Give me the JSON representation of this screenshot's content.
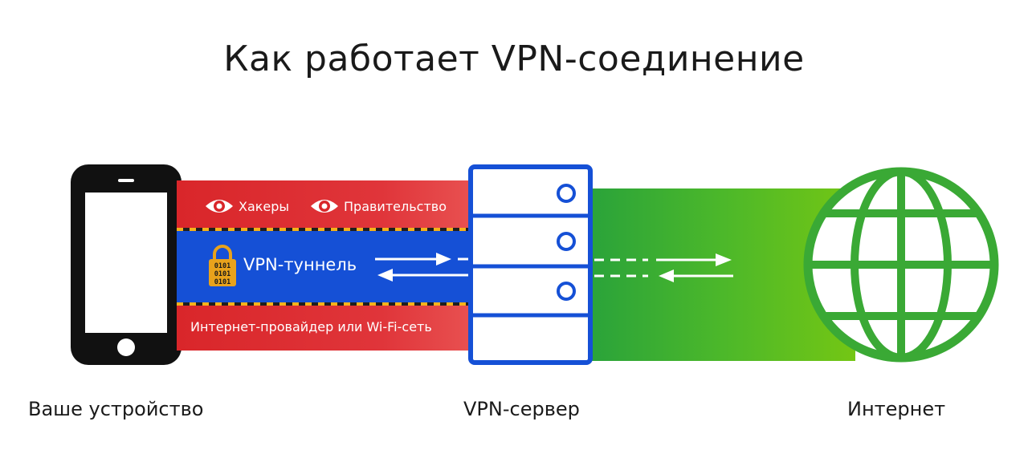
{
  "title": "Как работает VPN-соединение",
  "threats": [
    {
      "label": "Хакеры",
      "icon": "eye-icon"
    },
    {
      "label": "Правительство",
      "icon": "eye-icon"
    }
  ],
  "tunnel": {
    "label": "VPN-туннель",
    "icon": "padlock-icon",
    "lock_lines": [
      "0101",
      "0101",
      "0101"
    ]
  },
  "isp": {
    "label": "Интернет-провайдер или Wi-Fi-сеть"
  },
  "captions": {
    "device": "Ваше устройство",
    "server": "VPN-сервер",
    "internet": "Интернет"
  },
  "colors": {
    "red_band": "#d9262a",
    "tunnel_blue": "#1550d6",
    "server_blue": "#1550d6",
    "green": "#3aa935",
    "globe": "#3aa935",
    "lock": "#e8a21c"
  }
}
